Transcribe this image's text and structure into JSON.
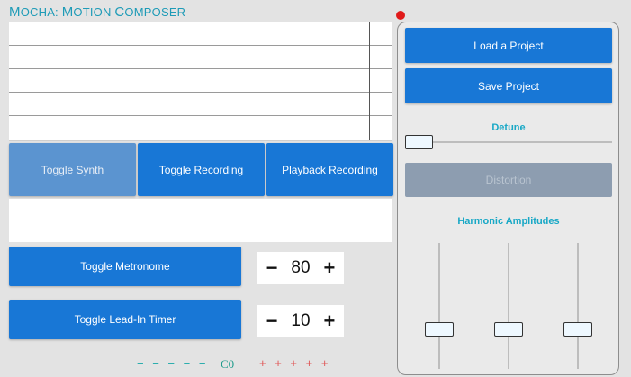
{
  "app": {
    "title_caps": [
      "M",
      "M",
      "C"
    ],
    "title_rest": [
      "OCHA: ",
      "OTION ",
      "OMPOSER"
    ]
  },
  "toggles": {
    "synth": "Toggle Synth",
    "recording": "Toggle Recording",
    "playback": "Playback Recording"
  },
  "metronome": {
    "label": "Toggle Metronome",
    "bpm": "80",
    "minus": "−",
    "plus": "+"
  },
  "leadin": {
    "label": "Toggle Lead-In Timer",
    "value": "10",
    "minus": "−",
    "plus": "+"
  },
  "octave": {
    "down": "− − − − −",
    "note": "C0",
    "up": "+ + + + +"
  },
  "panel": {
    "load": "Load a Project",
    "save": "Save Project",
    "detune_label": "Detune",
    "detune_value": 0,
    "distortion": "Distortion",
    "harmonics_label": "Harmonic Amplitudes",
    "harmonics": [
      0.15,
      0.15,
      0.15
    ]
  },
  "colors": {
    "primary": "#1877d6",
    "accent": "#1e9bb7",
    "record_dot": "#e01a1a",
    "disabled": "#8d9db0"
  }
}
